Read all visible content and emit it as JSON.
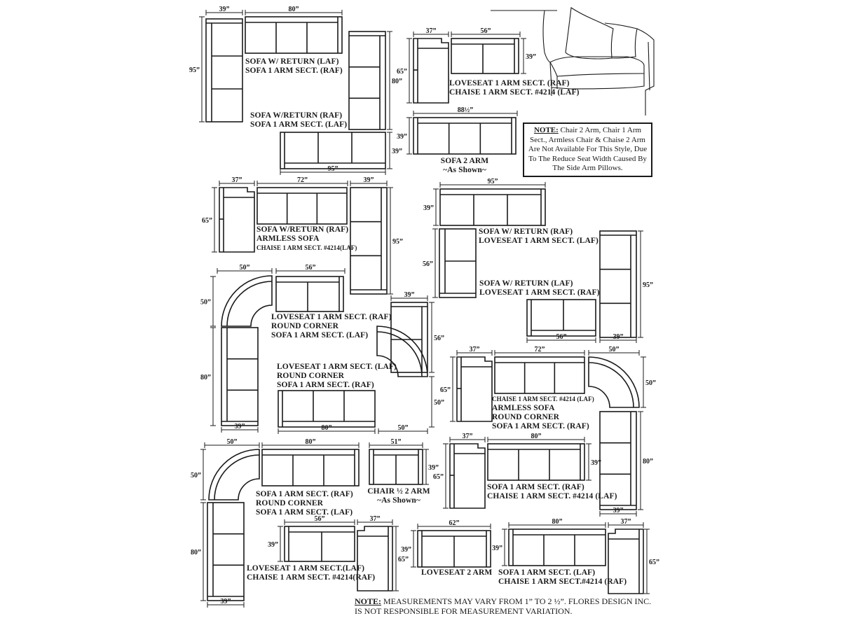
{
  "labels": {
    "sofa_return_laf": [
      "SOFA W/ RETURN (LAF)",
      "SOFA 1 ARM SECT. (RAF)"
    ],
    "sofa_return_raf_top": [
      "SOFA W/RETURN (RAF)",
      "SOFA 1 ARM SECT. (LAF)"
    ],
    "loveseat_chaise_top": [
      "LOVESEAT 1 ARM SECT. (RAF)",
      "CHAISE 1 ARM SECT. #4214 (LAF)"
    ],
    "sofa_2arm": [
      "SOFA 2 ARM",
      "~As Shown~"
    ],
    "sofa_return_armless": [
      "SOFA W/RETURN (RAF)",
      "ARMLESS SOFA",
      "CHAISE 1 ARM SECT. #4214(LAF)"
    ],
    "sofa_return_loveseat_raf": [
      "SOFA W/ RETURN (RAF)",
      "LOVESEAT 1 ARM SECT. (LAF)"
    ],
    "sofa_return_loveseat_laf": [
      "SOFA  W/ RETURN (LAF)",
      "LOVESEAT 1 ARM SECT. (RAF)"
    ],
    "loveseat_round_sofa_1": [
      "LOVESEAT 1 ARM SECT. (RAF)",
      "ROUND CORNER",
      "SOFA 1 ARM SECT. (LAF)"
    ],
    "loveseat_round_sofa_2": [
      "LOVESEAT 1 ARM SECT. (LAF)",
      "ROUND CORNER",
      "SOFA 1 ARM SECT. (RAF)"
    ],
    "chaise_armless_round": [
      "CHAISE 1 ARM SECT. #4214 (LAF)",
      "ARMLESS SOFA",
      "ROUND CORNER",
      "SOFA 1 ARM SECT. (RAF)"
    ],
    "sofa_round_sofa": [
      "SOFA 1 ARM SECT. (RAF)",
      "ROUND CORNER",
      "SOFA 1 ARM SECT. (LAF)"
    ],
    "chair_half": [
      "CHAIR ½  2 ARM",
      "~As Shown~"
    ],
    "sofa_chaise_raf_laf": [
      "SOFA 1 ARM SECT. (RAF)",
      "CHAISE 1 ARM SECT. #4214 (LAF)"
    ],
    "loveseat_chaise_bottom": [
      "LOVESEAT 1 ARM SECT.(LAF)",
      "CHAISE 1 ARM SECT. #4214(RAF)"
    ],
    "loveseat_2arm": [
      "LOVESEAT 2 ARM"
    ],
    "sofa_chaise_laf_raf": [
      "SOFA 1 ARM SECT. (LAF)",
      "CHAISE 1 ARM SECT.#4214 (RAF)"
    ]
  },
  "dims": {
    "d39": "39”",
    "d80": "80”",
    "d95": "95”",
    "d37": "37”",
    "d56": "56”",
    "d65": "65”",
    "d72": "72”",
    "d50": "50”",
    "d51": "51”",
    "d62": "62”",
    "d88": "88½”"
  },
  "note_top": {
    "heading": "NOTE:",
    "text": " Chair 2 Arm, Chair 1 Arm Sect., Armless Chair & Chaise 2 Arm Are Not Available For This Style, Due To The Reduce Seat Width Caused By The Side Arm Pillows."
  },
  "note_bottom": {
    "heading": "NOTE:",
    "line1": " MEASUREMENTS MAY VARY FROM 1” TO 2 ½”. FLORES DESIGN INC.",
    "line2": "IS NOT RESPONSIBLE FOR MEASUREMENT VARIATION."
  }
}
